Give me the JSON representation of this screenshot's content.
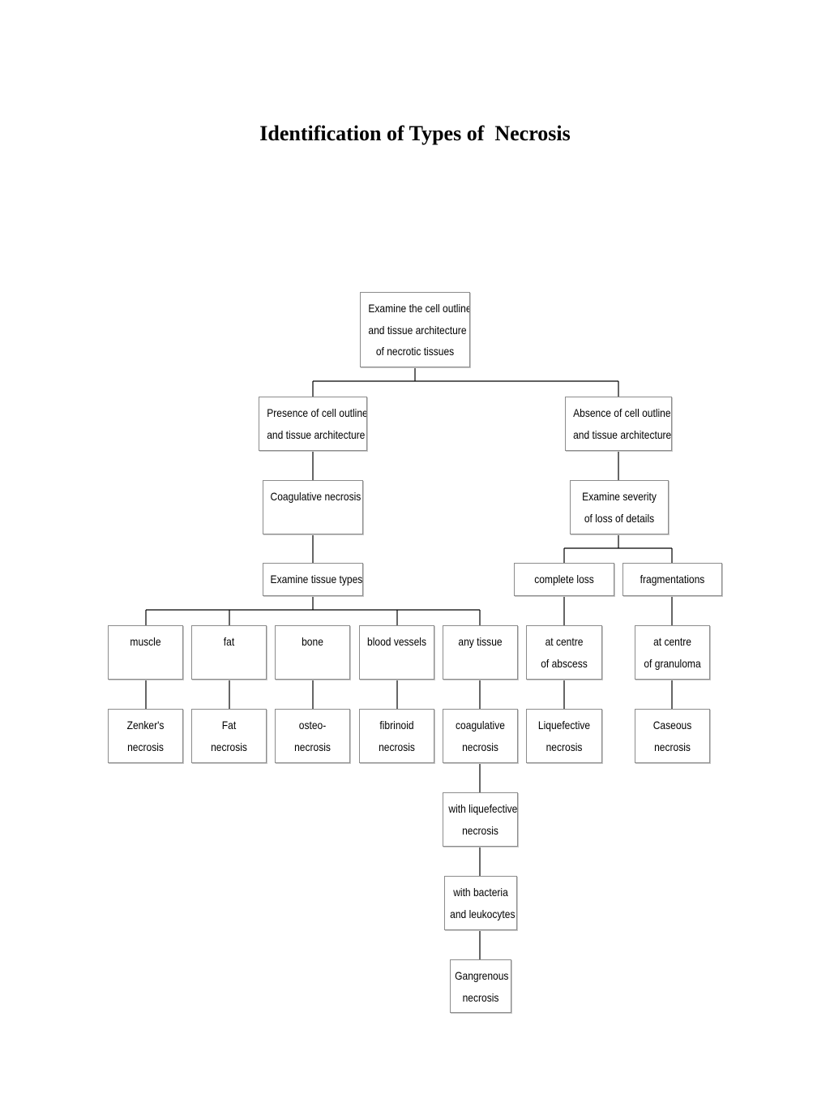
{
  "title": "Identification of Types of  Necrosis",
  "nodes": {
    "examine_outline": [
      "Examine the cell outline",
      "and tissue architecture",
      "of necrotic tissues"
    ],
    "presence": [
      "Presence of cell outline",
      "and tissue architecture"
    ],
    "absence": [
      "Absence of cell outline",
      "and tissue architecture"
    ],
    "coagulative_top": [
      "Coagulative necrosis"
    ],
    "examine_severity": [
      "Examine severity",
      "of loss of details"
    ],
    "examine_tissue": [
      "Examine tissue types"
    ],
    "complete_loss": [
      "complete loss"
    ],
    "fragmentations": [
      "fragmentations"
    ],
    "muscle": [
      "muscle"
    ],
    "fat": [
      "fat"
    ],
    "bone": [
      "bone"
    ],
    "blood_vessels": [
      "blood vessels"
    ],
    "any_tissue": [
      "any tissue"
    ],
    "abscess": [
      "at centre",
      "of abscess"
    ],
    "granuloma": [
      "at centre",
      "of granuloma"
    ],
    "zenkers": [
      "Zenker's",
      "necrosis"
    ],
    "fat_necrosis": [
      "Fat",
      "necrosis"
    ],
    "osteo": [
      "osteo-",
      "necrosis"
    ],
    "fibrinoid": [
      "fibrinoid",
      "necrosis"
    ],
    "coagulative_bottom": [
      "coagulative",
      "necrosis"
    ],
    "liquefective": [
      "Liquefective",
      "necrosis"
    ],
    "caseous": [
      "Caseous",
      "necrosis"
    ],
    "with_liquefective": [
      "with liquefective",
      "necrosis"
    ],
    "with_bacteria": [
      "with bacteria",
      "and leukocytes"
    ],
    "gangrenous": [
      "Gangrenous",
      "necrosis"
    ]
  }
}
